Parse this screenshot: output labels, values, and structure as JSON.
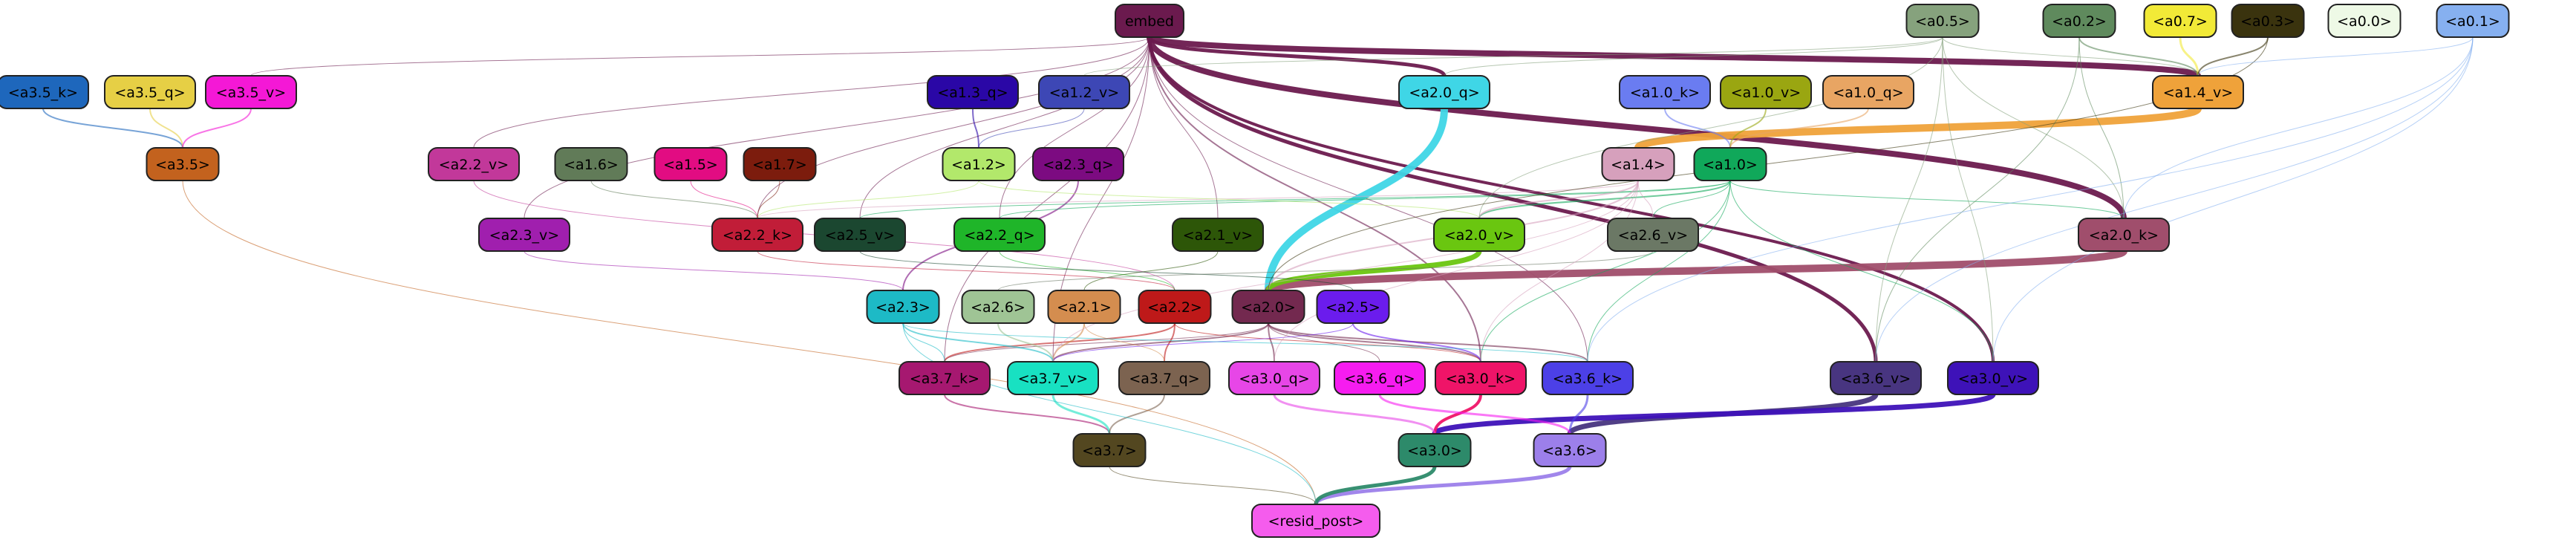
{
  "nodes": [
    {
      "id": "embed",
      "label": "embed",
      "color": "#6b1a4e",
      "text": "#000000"
    },
    {
      "id": "a0.5",
      "label": "<a0.5>",
      "color": "#86a27d",
      "text": "#000000"
    },
    {
      "id": "a0.2",
      "label": "<a0.2>",
      "color": "#5f8a5d",
      "text": "#000000"
    },
    {
      "id": "a0.7",
      "label": "<a0.7>",
      "color": "#f2ea37",
      "text": "#000000"
    },
    {
      "id": "a0.3",
      "label": "<a0.3>",
      "color": "#3a330e",
      "text": "#000000"
    },
    {
      "id": "a0.0",
      "label": "<a0.0>",
      "color": "#eef9e6",
      "text": "#000000"
    },
    {
      "id": "a0.1",
      "label": "<a0.1>",
      "color": "#86b0f0",
      "text": "#000000"
    },
    {
      "id": "a3.5_k",
      "label": "<a3.5_k>",
      "color": "#1e67bc",
      "text": "#000000"
    },
    {
      "id": "a3.5_q",
      "label": "<a3.5_q>",
      "color": "#e6cf45",
      "text": "#000000"
    },
    {
      "id": "a3.5_v",
      "label": "<a3.5_v>",
      "color": "#f418d6",
      "text": "#000000"
    },
    {
      "id": "a1.3_q",
      "label": "<a1.3_q>",
      "color": "#2a07a6",
      "text": "#000000"
    },
    {
      "id": "a1.2_v",
      "label": "<a1.2_v>",
      "color": "#3d47b5",
      "text": "#000000"
    },
    {
      "id": "a2.0_q",
      "label": "<a2.0_q>",
      "color": "#3fd6e6",
      "text": "#000000"
    },
    {
      "id": "a1.0_k",
      "label": "<a1.0_k>",
      "color": "#6a7cf1",
      "text": "#000000"
    },
    {
      "id": "a1.0_v",
      "label": "<a1.0_v>",
      "color": "#9aa611",
      "text": "#000000"
    },
    {
      "id": "a1.0_q",
      "label": "<a1.0_q>",
      "color": "#e8a563",
      "text": "#000000"
    },
    {
      "id": "a1.4_v",
      "label": "<a1.4_v>",
      "color": "#efa23a",
      "text": "#000000"
    },
    {
      "id": "a3.5",
      "label": "<a3.5>",
      "color": "#c3621e",
      "text": "#000000"
    },
    {
      "id": "a2.2_v",
      "label": "<a2.2_v>",
      "color": "#c2389a",
      "text": "#000000"
    },
    {
      "id": "a1.6",
      "label": "<a1.6>",
      "color": "#617b58",
      "text": "#000000"
    },
    {
      "id": "a1.5",
      "label": "<a1.5>",
      "color": "#e20c82",
      "text": "#000000"
    },
    {
      "id": "a1.7",
      "label": "<a1.7>",
      "color": "#7c1c0d",
      "text": "#000000"
    },
    {
      "id": "a1.2",
      "label": "<a1.2>",
      "color": "#b2e86b",
      "text": "#000000"
    },
    {
      "id": "a2.3_q",
      "label": "<a2.3_q>",
      "color": "#7c0b81",
      "text": "#000000"
    },
    {
      "id": "a1.4",
      "label": "<a1.4>",
      "color": "#d6a0bc",
      "text": "#000000"
    },
    {
      "id": "a1.0",
      "label": "<a1.0>",
      "color": "#10a85a",
      "text": "#000000"
    },
    {
      "id": "a2.3_v",
      "label": "<a2.3_v>",
      "color": "#a01fae",
      "text": "#000000"
    },
    {
      "id": "a2.2_k",
      "label": "<a2.2_k>",
      "color": "#c11d38",
      "text": "#000000"
    },
    {
      "id": "a2.5_v",
      "label": "<a2.5_v>",
      "color": "#1b4730",
      "text": "#000000"
    },
    {
      "id": "a2.2_q",
      "label": "<a2.2_q>",
      "color": "#1fb529",
      "text": "#000000"
    },
    {
      "id": "a2.1_v",
      "label": "<a2.1_v>",
      "color": "#2d5608",
      "text": "#000000"
    },
    {
      "id": "a2.0_v",
      "label": "<a2.0_v>",
      "color": "#6ac610",
      "text": "#000000"
    },
    {
      "id": "a2.6_v",
      "label": "<a2.6_v>",
      "color": "#6b7865",
      "text": "#000000"
    },
    {
      "id": "a2.0_k",
      "label": "<a2.0_k>",
      "color": "#a04e6c",
      "text": "#000000"
    },
    {
      "id": "a2.3",
      "label": "<a2.3>",
      "color": "#1dbac6",
      "text": "#000000"
    },
    {
      "id": "a2.6",
      "label": "<a2.6>",
      "color": "#9fc495",
      "text": "#000000"
    },
    {
      "id": "a2.1",
      "label": "<a2.1>",
      "color": "#d48d4f",
      "text": "#000000"
    },
    {
      "id": "a2.2",
      "label": "<a2.2>",
      "color": "#be1919",
      "text": "#000000"
    },
    {
      "id": "a2.0",
      "label": "<a2.0>",
      "color": "#73294f",
      "text": "#000000"
    },
    {
      "id": "a2.5",
      "label": "<a2.5>",
      "color": "#6b1ced",
      "text": "#000000"
    },
    {
      "id": "a3.7_k",
      "label": "<a3.7_k>",
      "color": "#a61870",
      "text": "#000000"
    },
    {
      "id": "a3.7_v",
      "label": "<a3.7_v>",
      "color": "#18e1c2",
      "text": "#000000"
    },
    {
      "id": "a3.7_q",
      "label": "<a3.7_q>",
      "color": "#7c6350",
      "text": "#000000"
    },
    {
      "id": "a3.0_q",
      "label": "<a3.0_q>",
      "color": "#e746e7",
      "text": "#000000"
    },
    {
      "id": "a3.6_q",
      "label": "<a3.6_q>",
      "color": "#f61cf0",
      "text": "#000000"
    },
    {
      "id": "a3.0_k",
      "label": "<a3.0_k>",
      "color": "#ef1468",
      "text": "#000000"
    },
    {
      "id": "a3.6_k",
      "label": "<a3.6_k>",
      "color": "#4c40e7",
      "text": "#000000"
    },
    {
      "id": "a3.6_v",
      "label": "<a3.6_v>",
      "color": "#483580",
      "text": "#000000"
    },
    {
      "id": "a3.0_v",
      "label": "<a3.0_v>",
      "color": "#3e12b8",
      "text": "#000000"
    },
    {
      "id": "a3.7",
      "label": "<a3.7>",
      "color": "#534720",
      "text": "#000000"
    },
    {
      "id": "a3.0",
      "label": "<a3.0>",
      "color": "#2d8a6a",
      "text": "#000000"
    },
    {
      "id": "a3.6",
      "label": "<a3.6>",
      "color": "#9c7fea",
      "text": "#000000"
    },
    {
      "id": "resid_post",
      "label": "<resid_post>",
      "color": "#f55ced",
      "text": "#000000"
    }
  ],
  "edges": [
    {
      "from": "embed",
      "to": "a1.4_v",
      "color": "#6b1a4e",
      "weight": 8
    },
    {
      "from": "embed",
      "to": "a2.0_k",
      "color": "#6b1a4e",
      "weight": 8
    },
    {
      "from": "embed",
      "to": "a2.0_q",
      "color": "#6b1a4e",
      "weight": 5
    },
    {
      "from": "embed",
      "to": "a3.6_v",
      "color": "#6b1a4e",
      "weight": 5
    },
    {
      "from": "embed",
      "to": "a3.0_v",
      "color": "#6b1a4e",
      "weight": 4
    },
    {
      "from": "embed",
      "to": "a3.0_k",
      "color": "#6b1a4e",
      "weight": 2
    },
    {
      "from": "embed",
      "to": "a3.5_v",
      "color": "#6b1a4e",
      "weight": 1
    },
    {
      "from": "embed",
      "to": "a2.2_v",
      "color": "#6b1a4e",
      "weight": 1
    },
    {
      "from": "embed",
      "to": "a2.3_v",
      "color": "#6b1a4e",
      "weight": 1
    },
    {
      "from": "embed",
      "to": "a2.2_k",
      "color": "#6b1a4e",
      "weight": 1
    },
    {
      "from": "embed",
      "to": "a2.5_v",
      "color": "#6b1a4e",
      "weight": 1
    },
    {
      "from": "embed",
      "to": "a2.1_v",
      "color": "#6b1a4e",
      "weight": 1
    },
    {
      "from": "embed",
      "to": "a2.2_q",
      "color": "#6b1a4e",
      "weight": 1
    },
    {
      "from": "embed",
      "to": "a3.7_k",
      "color": "#6b1a4e",
      "weight": 1
    },
    {
      "from": "embed",
      "to": "a3.7_v",
      "color": "#6b1a4e",
      "weight": 1
    },
    {
      "from": "embed",
      "to": "a3.6_k",
      "color": "#6b1a4e",
      "weight": 1
    },
    {
      "from": "a2.0_q",
      "to": "a2.0",
      "color": "#3fd6e6",
      "weight": 10
    },
    {
      "from": "a1.4_v",
      "to": "a1.4",
      "color": "#efa23a",
      "weight": 10
    },
    {
      "from": "a2.0_k",
      "to": "a2.0",
      "color": "#a04e6c",
      "weight": 10
    },
    {
      "from": "a2.0_v",
      "to": "a2.0",
      "color": "#6ac610",
      "weight": 7
    },
    {
      "from": "a3.6_v",
      "to": "a3.6",
      "color": "#483580",
      "weight": 7
    },
    {
      "from": "a3.0_v",
      "to": "a3.0",
      "color": "#3e12b8",
      "weight": 7
    },
    {
      "from": "a3.6",
      "to": "resid_post",
      "color": "#9c7fea",
      "weight": 5
    },
    {
      "from": "a3.0",
      "to": "resid_post",
      "color": "#2d8a6a",
      "weight": 5
    },
    {
      "from": "a3.0_k",
      "to": "a3.0",
      "color": "#ef1468",
      "weight": 4
    },
    {
      "from": "a3.0_q",
      "to": "a3.0",
      "color": "#e746e7",
      "weight": 3
    },
    {
      "from": "a3.6_k",
      "to": "a3.6",
      "color": "#4c40e7",
      "weight": 3
    },
    {
      "from": "a3.6_q",
      "to": "a3.6",
      "color": "#f61cf0",
      "weight": 3
    },
    {
      "from": "a3.7",
      "to": "resid_post",
      "color": "#534720",
      "weight": 1
    },
    {
      "from": "a3.7_k",
      "to": "a3.7",
      "color": "#a61870",
      "weight": 2
    },
    {
      "from": "a3.7_v",
      "to": "a3.7",
      "color": "#18e1c2",
      "weight": 3
    },
    {
      "from": "a3.7_q",
      "to": "a3.7",
      "color": "#7c6350",
      "weight": 2
    },
    {
      "from": "a3.5",
      "to": "resid_post",
      "color": "#c3621e",
      "weight": 1
    },
    {
      "from": "a3.5_k",
      "to": "a3.5",
      "color": "#1e67bc",
      "weight": 2
    },
    {
      "from": "a3.5_q",
      "to": "a3.5",
      "color": "#e6cf45",
      "weight": 2
    },
    {
      "from": "a3.5_v",
      "to": "a3.5",
      "color": "#f418d6",
      "weight": 2
    },
    {
      "from": "a2.3",
      "to": "resid_post",
      "color": "#1dbac6",
      "weight": 1
    },
    {
      "from": "a2.0",
      "to": "a3.0_k",
      "color": "#73294f",
      "weight": 2
    },
    {
      "from": "a2.0",
      "to": "a3.0_q",
      "color": "#73294f",
      "weight": 2
    },
    {
      "from": "a2.0",
      "to": "a3.6_k",
      "color": "#73294f",
      "weight": 2
    },
    {
      "from": "a2.0",
      "to": "a3.7_v",
      "color": "#73294f",
      "weight": 2
    },
    {
      "from": "a2.0",
      "to": "a3.6_q",
      "color": "#73294f",
      "weight": 1
    },
    {
      "from": "a2.0",
      "to": "a3.7_k",
      "color": "#73294f",
      "weight": 1
    },
    {
      "from": "a2.2",
      "to": "a3.7_k",
      "color": "#be1919",
      "weight": 2
    },
    {
      "from": "a2.2",
      "to": "a3.7_q",
      "color": "#be1919",
      "weight": 2
    },
    {
      "from": "a2.2",
      "to": "a3.0_k",
      "color": "#be1919",
      "weight": 1
    },
    {
      "from": "a2.1",
      "to": "a3.7_v",
      "color": "#d48d4f",
      "weight": 2
    },
    {
      "from": "a2.1",
      "to": "a3.7_q",
      "color": "#d48d4f",
      "weight": 1
    },
    {
      "from": "a2.6",
      "to": "a3.7_v",
      "color": "#9fc495",
      "weight": 2
    },
    {
      "from": "a2.5",
      "to": "a3.0_k",
      "color": "#6b1ced",
      "weight": 2
    },
    {
      "from": "a2.5",
      "to": "a3.7_v",
      "color": "#6b1ced",
      "weight": 1
    },
    {
      "from": "a2.3",
      "to": "a3.7_v",
      "color": "#1dbac6",
      "weight": 2
    },
    {
      "from": "a2.3",
      "to": "a3.6_k",
      "color": "#1dbac6",
      "weight": 1
    },
    {
      "from": "a2.3",
      "to": "a3.7_k",
      "color": "#1dbac6",
      "weight": 1
    },
    {
      "from": "a2.3_v",
      "to": "a2.3",
      "color": "#a01fae",
      "weight": 1
    },
    {
      "from": "a2.3_q",
      "to": "a2.3",
      "color": "#7c0b81",
      "weight": 2
    },
    {
      "from": "a2.2_v",
      "to": "a2.2",
      "color": "#c2389a",
      "weight": 1
    },
    {
      "from": "a2.2_k",
      "to": "a2.2",
      "color": "#c11d38",
      "weight": 1
    },
    {
      "from": "a2.2_q",
      "to": "a2.2",
      "color": "#1fb529",
      "weight": 1
    },
    {
      "from": "a2.1_v",
      "to": "a2.1",
      "color": "#2d5608",
      "weight": 1
    },
    {
      "from": "a2.5_v",
      "to": "a2.5",
      "color": "#1b4730",
      "weight": 1
    },
    {
      "from": "a2.6_v",
      "to": "a2.6",
      "color": "#6b7865",
      "weight": 1
    },
    {
      "from": "a1.0",
      "to": "a2.0_v",
      "color": "#10a85a",
      "weight": 2
    },
    {
      "from": "a1.0",
      "to": "a2.0_k",
      "color": "#10a85a",
      "weight": 1
    },
    {
      "from": "a1.0",
      "to": "a2.2_q",
      "color": "#10a85a",
      "weight": 1
    },
    {
      "from": "a1.0",
      "to": "a2.6_v",
      "color": "#10a85a",
      "weight": 1
    },
    {
      "from": "a1.0",
      "to": "a2.5_v",
      "color": "#10a85a",
      "weight": 1
    },
    {
      "from": "a1.0",
      "to": "a3.0_v",
      "color": "#10a85a",
      "weight": 1
    },
    {
      "from": "a1.0",
      "to": "a3.6_k",
      "color": "#10a85a",
      "weight": 1
    },
    {
      "from": "a1.0",
      "to": "a3.0_k",
      "color": "#10a85a",
      "weight": 1
    },
    {
      "from": "a1.4",
      "to": "a2.0_v",
      "color": "#d6a0bc",
      "weight": 2
    },
    {
      "from": "a1.4",
      "to": "a2.0",
      "color": "#d6a0bc",
      "weight": 2
    },
    {
      "from": "a1.4",
      "to": "a2.2_k",
      "color": "#d6a0bc",
      "weight": 1
    },
    {
      "from": "a1.4",
      "to": "a2.6_v",
      "color": "#d6a0bc",
      "weight": 1
    },
    {
      "from": "a1.4",
      "to": "a3.0_q",
      "color": "#d6a0bc",
      "weight": 1
    },
    {
      "from": "a1.4",
      "to": "a3.7_v",
      "color": "#d6a0bc",
      "weight": 1
    },
    {
      "from": "a1.4",
      "to": "a3.0_k",
      "color": "#d6a0bc",
      "weight": 1
    },
    {
      "from": "a1.2",
      "to": "a2.2_k",
      "color": "#b2e86b",
      "weight": 1
    },
    {
      "from": "a1.2",
      "to": "a2.0_v",
      "color": "#b2e86b",
      "weight": 1
    },
    {
      "from": "a1.6",
      "to": "a2.2_k",
      "color": "#617b58",
      "weight": 1
    },
    {
      "from": "a1.5",
      "to": "a2.2_k",
      "color": "#e20c82",
      "weight": 1
    },
    {
      "from": "a1.7",
      "to": "a2.2_k",
      "color": "#7c1c0d",
      "weight": 1
    },
    {
      "from": "a1.3_q",
      "to": "a1.2",
      "color": "#2a07a6",
      "weight": 2
    },
    {
      "from": "a1.2_v",
      "to": "a1.2",
      "color": "#3d47b5",
      "weight": 1
    },
    {
      "from": "a1.0_k",
      "to": "a1.0",
      "color": "#6a7cf1",
      "weight": 2
    },
    {
      "from": "a1.0_v",
      "to": "a1.0",
      "color": "#9aa611",
      "weight": 2
    },
    {
      "from": "a1.0_q",
      "to": "a1.0",
      "color": "#e8a563",
      "weight": 2
    },
    {
      "from": "a0.5",
      "to": "a1.4_v",
      "color": "#86a27d",
      "weight": 1
    },
    {
      "from": "a0.5",
      "to": "a2.0_q",
      "color": "#86a27d",
      "weight": 1
    },
    {
      "from": "a0.5",
      "to": "a2.0_k",
      "color": "#86a27d",
      "weight": 1
    },
    {
      "from": "a0.5",
      "to": "a2.0_v",
      "color": "#86a27d",
      "weight": 1
    },
    {
      "from": "a0.5",
      "to": "a3.0_v",
      "color": "#86a27d",
      "weight": 1
    },
    {
      "from": "a0.5",
      "to": "a3.6_v",
      "color": "#86a27d",
      "weight": 1
    },
    {
      "from": "a0.5",
      "to": "a1.2_v",
      "color": "#86a27d",
      "weight": 1
    },
    {
      "from": "a0.2",
      "to": "a1.4_v",
      "color": "#5f8a5d",
      "weight": 2
    },
    {
      "from": "a0.2",
      "to": "a2.0_k",
      "color": "#5f8a5d",
      "weight": 1
    },
    {
      "from": "a0.2",
      "to": "a3.6_v",
      "color": "#5f8a5d",
      "weight": 1
    },
    {
      "from": "a0.7",
      "to": "a1.4_v",
      "color": "#f2ea37",
      "weight": 3
    },
    {
      "from": "a0.3",
      "to": "a1.4_v",
      "color": "#3a330e",
      "weight": 2
    },
    {
      "from": "a0.3",
      "to": "a2.0",
      "color": "#3a330e",
      "weight": 1
    },
    {
      "from": "a0.1",
      "to": "a1.4_v",
      "color": "#86b0f0",
      "weight": 1
    },
    {
      "from": "a0.1",
      "to": "a2.0_k",
      "color": "#86b0f0",
      "weight": 1
    },
    {
      "from": "a0.1",
      "to": "a3.0_v",
      "color": "#86b0f0",
      "weight": 1
    },
    {
      "from": "a0.1",
      "to": "a3.6_k",
      "color": "#86b0f0",
      "weight": 1
    },
    {
      "from": "a0.1",
      "to": "a3.6_v",
      "color": "#86b0f0",
      "weight": 1
    }
  ]
}
